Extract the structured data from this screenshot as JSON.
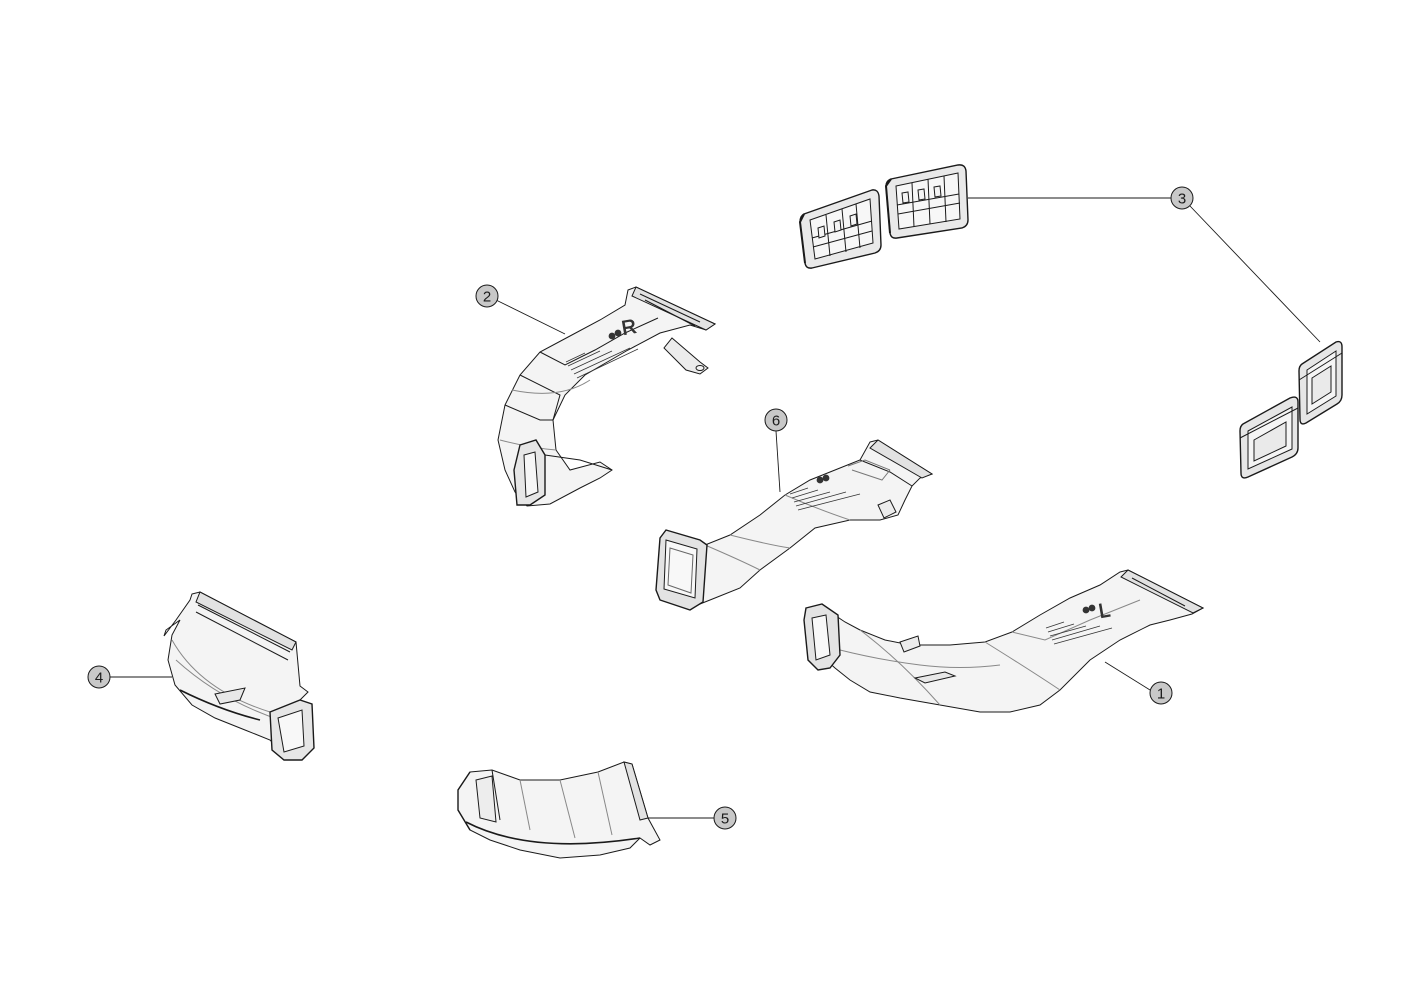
{
  "callouts": [
    {
      "id": "1",
      "label": "1"
    },
    {
      "id": "2",
      "label": "2"
    },
    {
      "id": "3",
      "label": "3"
    },
    {
      "id": "4",
      "label": "4"
    },
    {
      "id": "5",
      "label": "5"
    },
    {
      "id": "6",
      "label": "6"
    }
  ],
  "part_marks": {
    "duct_2_side": "R",
    "duct_1_side": "L"
  },
  "colors": {
    "line": "#1a1a1a",
    "callout_fill": "#c8c8c8",
    "part_fill": "#f4f4f4",
    "part_shade": "#e2e2e2"
  }
}
